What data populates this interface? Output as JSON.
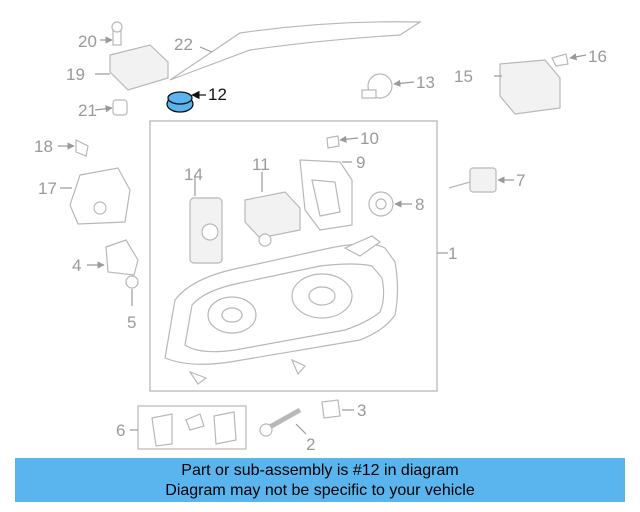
{
  "diagram": {
    "callouts": [
      "1",
      "2",
      "3",
      "4",
      "5",
      "6",
      "7",
      "8",
      "9",
      "10",
      "11",
      "12",
      "13",
      "14",
      "15",
      "16",
      "17",
      "18",
      "19",
      "20",
      "21",
      "22"
    ],
    "highlighted_part": "12",
    "highlight_color": "#5ab4ee"
  },
  "banner": {
    "line1": "Part or sub-assembly is #12 in diagram",
    "line2": "Diagram may not be specific to your vehicle",
    "background": "#5ab4ee"
  }
}
